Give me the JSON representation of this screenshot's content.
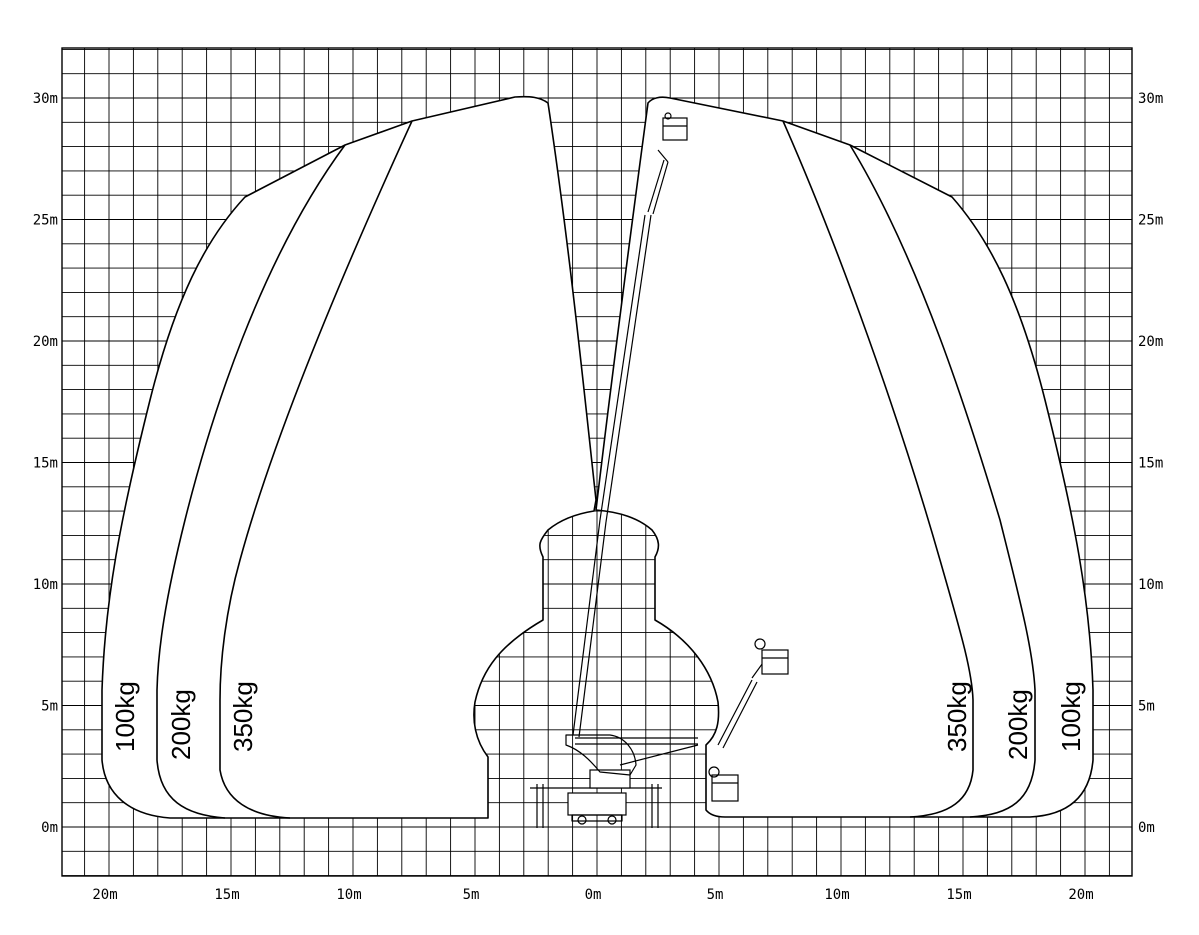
{
  "axes": {
    "y_labels": [
      "0m",
      "5m",
      "10m",
      "15m",
      "20m",
      "25m",
      "30m"
    ],
    "y_values": [
      0,
      5,
      10,
      15,
      20,
      25,
      30
    ],
    "x_labels": [
      "20m",
      "15m",
      "10m",
      "5m",
      "0m",
      "5m",
      "10m",
      "15m",
      "20m"
    ],
    "x_values": [
      -20,
      -15,
      -10,
      -5,
      0,
      5,
      10,
      15,
      20
    ],
    "y_range": [
      -2,
      32
    ],
    "x_range": [
      -22,
      22
    ]
  },
  "load_zones": {
    "left": [
      "100kg",
      "200kg",
      "350kg"
    ],
    "right": [
      "350kg",
      "200kg",
      "100kg"
    ]
  },
  "colors": {
    "line": "#000000",
    "background": "#ffffff"
  }
}
